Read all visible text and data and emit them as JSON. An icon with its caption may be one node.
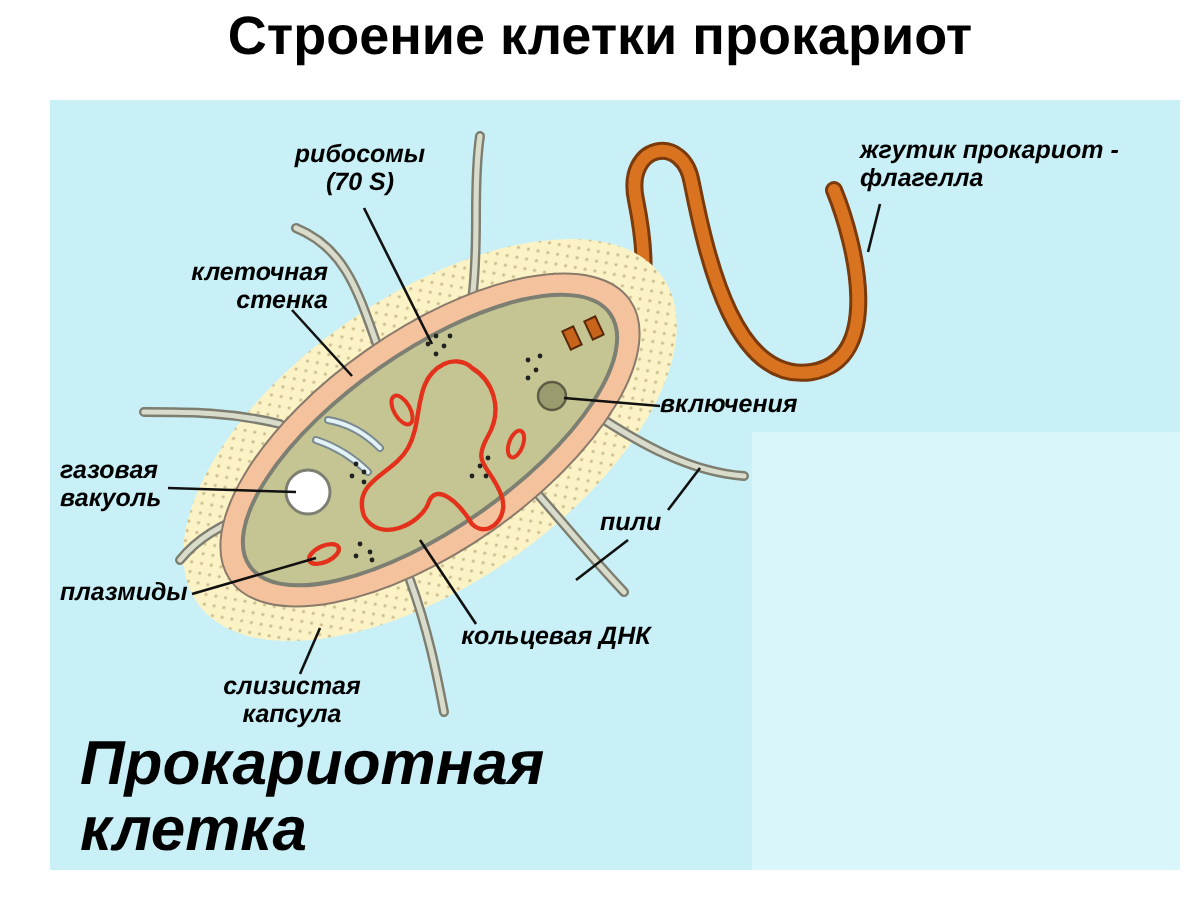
{
  "diagram": {
    "title": "Строение клетки прокариот",
    "nodes": [
      {
        "text": [
          "рибосомы (70 S)"
        ]
      },
      {
        "text": [
          "клеточная стенка"
        ]
      },
      {
        "text": [
          "газовая вакуоль"
        ]
      },
      {
        "text": [
          "плазмиды"
        ]
      },
      {
        "text": [
          "слизистая капсула"
        ]
      },
      {
        "text": [
          "кольцевая ДНК"
        ]
      },
      {
        "text": [
          "пили"
        ]
      },
      {
        "text": [
          "включения"
        ]
      },
      {
        "text": [
          "жгутик прокариот - флагелла"
        ]
      }
    ],
    "edges": [
      {
        "from": 0,
        "to": null,
        "arrow": "none"
      },
      {
        "from": 1,
        "to": null,
        "arrow": "none"
      },
      {
        "from": 2,
        "to": null,
        "arrow": "none"
      },
      {
        "from": 3,
        "to": null,
        "arrow": "none"
      },
      {
        "from": 4,
        "to": null,
        "arrow": "none"
      },
      {
        "from": 5,
        "to": null,
        "arrow": "none"
      },
      {
        "from": 6,
        "to": null,
        "arrow": "none"
      },
      {
        "from": 6,
        "to": null,
        "arrow": "none"
      },
      {
        "from": 7,
        "to": null,
        "arrow": "none"
      },
      {
        "from": 8,
        "to": null,
        "arrow": "none"
      }
    ],
    "labels": [
      "Прокариотная клетка"
    ]
  }
}
